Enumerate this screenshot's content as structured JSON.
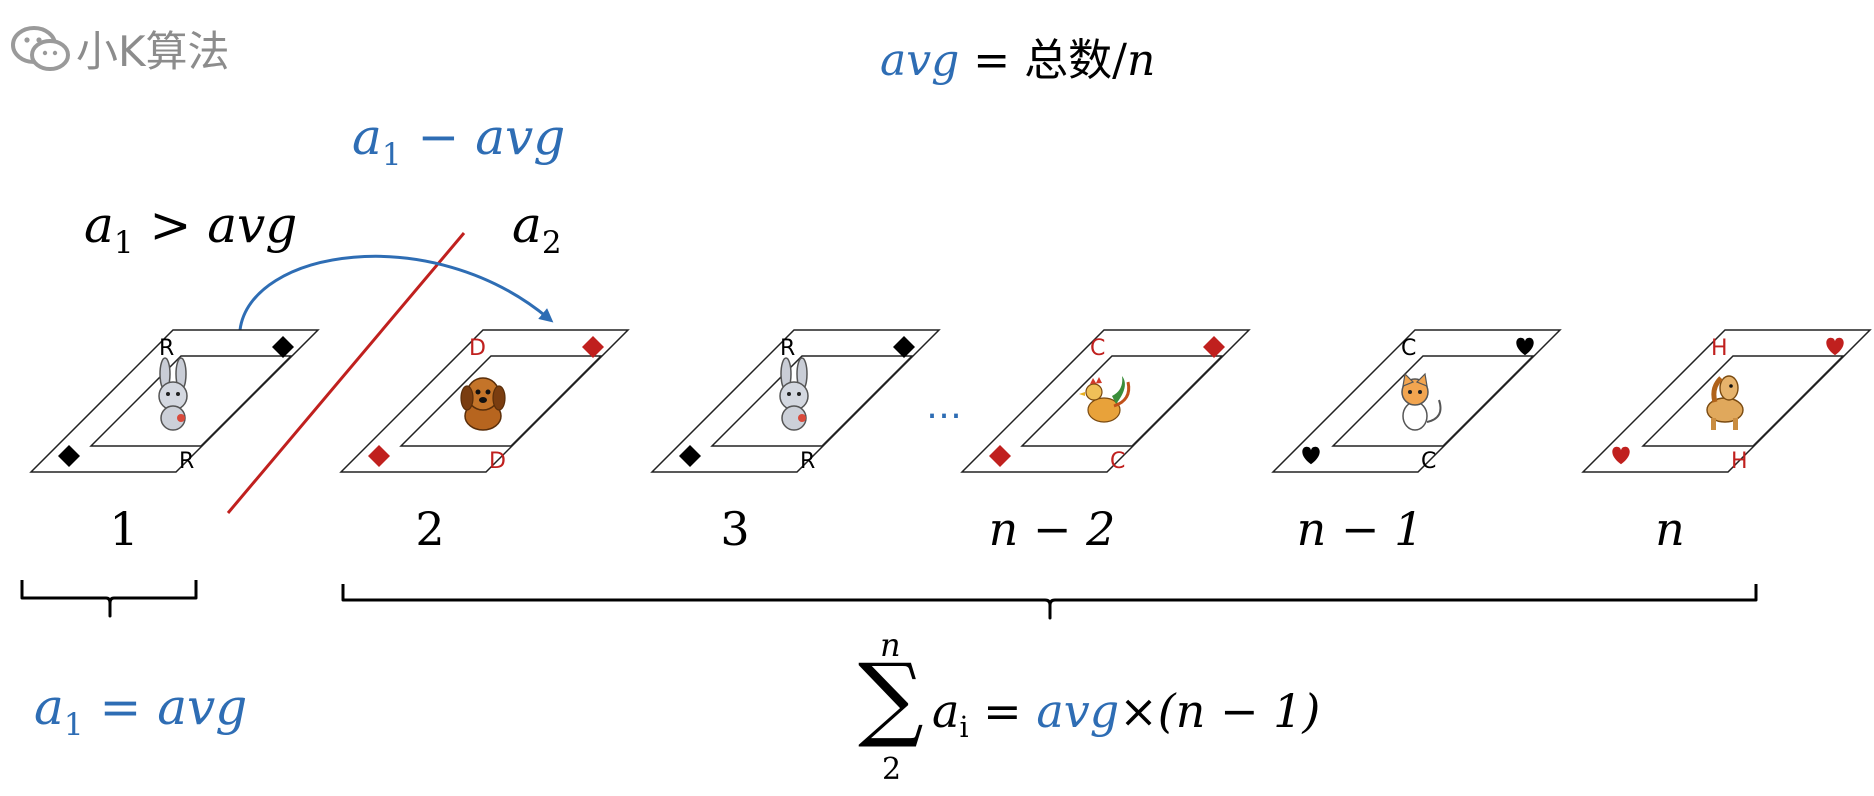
{
  "watermark": {
    "text": "小K算法",
    "icon": "wechat-icon"
  },
  "formula_top": {
    "avg": "avg",
    "eq": " = ",
    "total": "总数",
    "slash": "/",
    "n": "n"
  },
  "transfer_label": {
    "a": "a",
    "sub": "1",
    "rest": " − avg"
  },
  "condition_label": {
    "a": "a",
    "sub": "1",
    "rest": " > avg"
  },
  "a2_label": {
    "a": "a",
    "sub": "2"
  },
  "ellipsis": "…",
  "cards": [
    {
      "index": "1",
      "letter": "R",
      "suit": "diamond",
      "suit_color": "#000000",
      "letter_color": "#000000",
      "animal": "rabbit-icon"
    },
    {
      "index": "2",
      "letter": "D",
      "suit": "diamond",
      "suit_color": "#c0201e",
      "letter_color": "#c0201e",
      "animal": "dog-icon"
    },
    {
      "index": "3",
      "letter": "R",
      "suit": "diamond",
      "suit_color": "#000000",
      "letter_color": "#000000",
      "animal": "rabbit-icon"
    },
    {
      "index": "n − 2",
      "letter": "C",
      "suit": "diamond",
      "suit_color": "#c0201e",
      "letter_color": "#c0201e",
      "animal": "rooster-icon"
    },
    {
      "index": "n − 1",
      "letter": "C",
      "suit": "heart",
      "suit_color": "#000000",
      "letter_color": "#000000",
      "animal": "cat-icon"
    },
    {
      "index": "n",
      "letter": "H",
      "suit": "heart",
      "suit_color": "#c0201e",
      "letter_color": "#c0201e",
      "animal": "horse-icon"
    }
  ],
  "bottom_left": {
    "a": "a",
    "sub": "1",
    "rest": " = avg"
  },
  "sum_formula": {
    "upper": "n",
    "sigma": "∑",
    "lower": "2",
    "a": "a",
    "sub": "i",
    "eq": " = ",
    "avg": "avg",
    "times": "×(n − 1)"
  },
  "colors": {
    "blue": "#2e6db4",
    "red": "#c0201e",
    "black": "#000000"
  }
}
